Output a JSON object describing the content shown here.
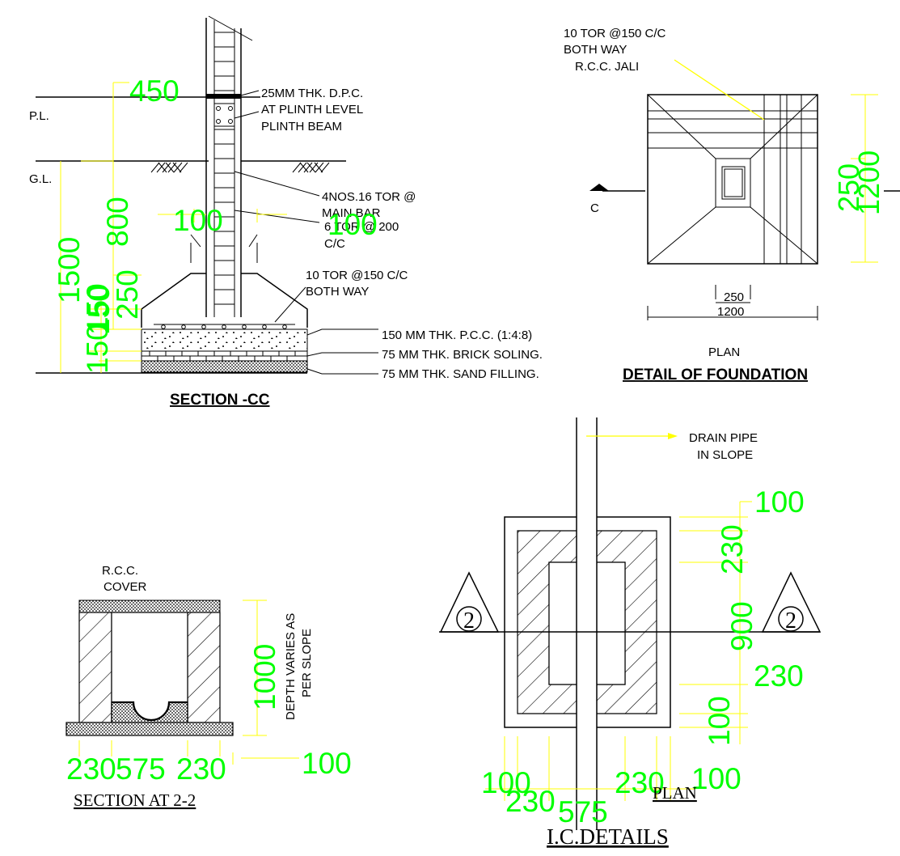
{
  "section_cc": {
    "title": "SECTION -CC",
    "levels": {
      "pl": "P.L.",
      "gl": "G.L."
    },
    "notes": {
      "dpc_1": "25MM THK. D.P.C.",
      "dpc_2": "AT PLINTH LEVEL",
      "dpc_3": "PLINTH BEAM",
      "main_1": "4NOS.16 TOR @",
      "main_2": "MAIN BAR",
      "ring_1": "6 TOR @ 200",
      "ring_2": "C/C",
      "mesh_1": "10 TOR @150 C/C",
      "mesh_2": "BOTH WAY"
    },
    "layers": {
      "pcc": "150  MM  THK.  P.C.C.  (1:4:8)",
      "brick": "75    MM  THK.  BRICK  SOLING.",
      "sand": "75    MM  THK.  SAND  FILLING."
    },
    "dims": {
      "d450": "450",
      "d800": "800",
      "d1500": "1500",
      "d250": "250",
      "d150a": "150",
      "d150b": "150",
      "d150c": "150",
      "d100a": "100",
      "d100b": "100"
    }
  },
  "foundation": {
    "title": "DETAIL OF FOUNDATION",
    "plan_label": "PLAN",
    "marker": "C",
    "note_1": "10 TOR @150 C/C",
    "note_2": "BOTH WAY",
    "note_3": "R.C.C. JALI",
    "dim_small": "250",
    "dim_large": "1200",
    "dim_v250": "250",
    "dim_v1200": "1200"
  },
  "section22": {
    "title": "SECTION AT 2-2",
    "cover_1": "R.C.C.",
    "cover_2": "COVER",
    "depth_1": "DEPTH VARIES AS",
    "depth_2": "PER SLOPE",
    "d1000": "1000",
    "d230a": "230",
    "d575": "575",
    "d230b": "230",
    "d100": "100"
  },
  "ic": {
    "title": "I.C.DETAILS",
    "plan_label": "PLAN",
    "drain_1": "DRAIN PIPE",
    "drain_2": "IN SLOPE",
    "sec_marker": "2",
    "d100top": "100",
    "d230top": "230",
    "d900": "900",
    "d230r": "230",
    "d100r": "100",
    "d100b": "100",
    "d230b": "230",
    "d575": "575",
    "d230c": "230",
    "d100c": "100"
  }
}
